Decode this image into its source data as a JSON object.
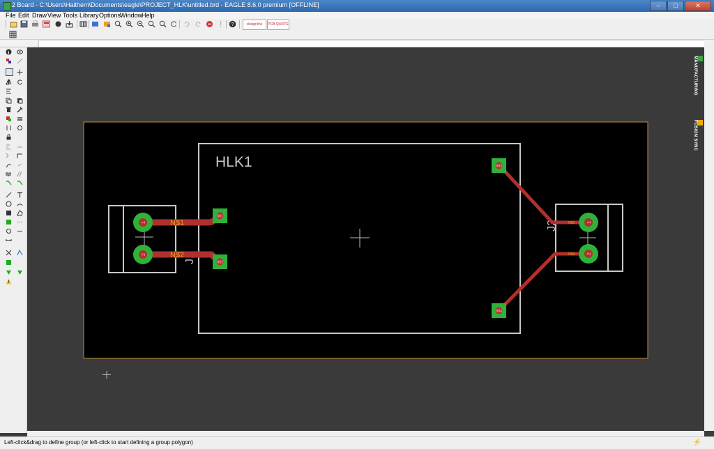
{
  "window": {
    "title": "2 Board - C:\\Users\\Haithem\\Documents\\eagle\\PROJECT_HLK\\untitled.brd - EAGLE 8.6.0 premium [OFFLINE]",
    "minimize": "–",
    "maximize": "□",
    "close": "✕"
  },
  "menu": [
    "File",
    "Edit",
    "Draw",
    "View",
    "Tools",
    "Library",
    "Options",
    "Window",
    "Help"
  ],
  "toolbar": {
    "icons": [
      "open-icon",
      "save-icon",
      "print-icon",
      "cam-icon",
      "script-icon",
      "import-icon",
      "layer-icon",
      "zoom-fit-icon",
      "zoom-in-icon",
      "zoom-out-icon",
      "zoom-select-icon",
      "redraw-icon",
      "undo-icon",
      "redo-icon",
      "stop-icon",
      "go-icon",
      "help-icon"
    ],
    "design_link_label": "designlink",
    "pcb_quote_label": "PCB QUOTE"
  },
  "right_panel": {
    "tabs": [
      {
        "label": "MANUFACTURING",
        "color": "#3fa34d"
      },
      {
        "label": "FUSION SYNC",
        "color": "#f2a900"
      }
    ]
  },
  "board": {
    "component_label": "HLK1",
    "connector_left_label": "J1",
    "connector_right_label": "J2",
    "left_pads": [
      "N$1",
      "N$2"
    ],
    "left_pad_text": [
      "1",
      "2"
    ],
    "right_pads": [
      "N$3",
      "N$4"
    ],
    "right_pad_text": [
      "1",
      "2"
    ],
    "hlk_pads": [
      "N$1",
      "N$2",
      "N$3",
      "N$4"
    ],
    "colors": {
      "background": "#000000",
      "outline": "#c28b3a",
      "silkscreen": "#c8c8c8",
      "trace": "#b0302d",
      "pad": "#2fb23a",
      "net_label": "#e0a02a"
    }
  },
  "status": {
    "message": "Left-click&drag to define group (or left-click to start defining a group polygon)"
  }
}
